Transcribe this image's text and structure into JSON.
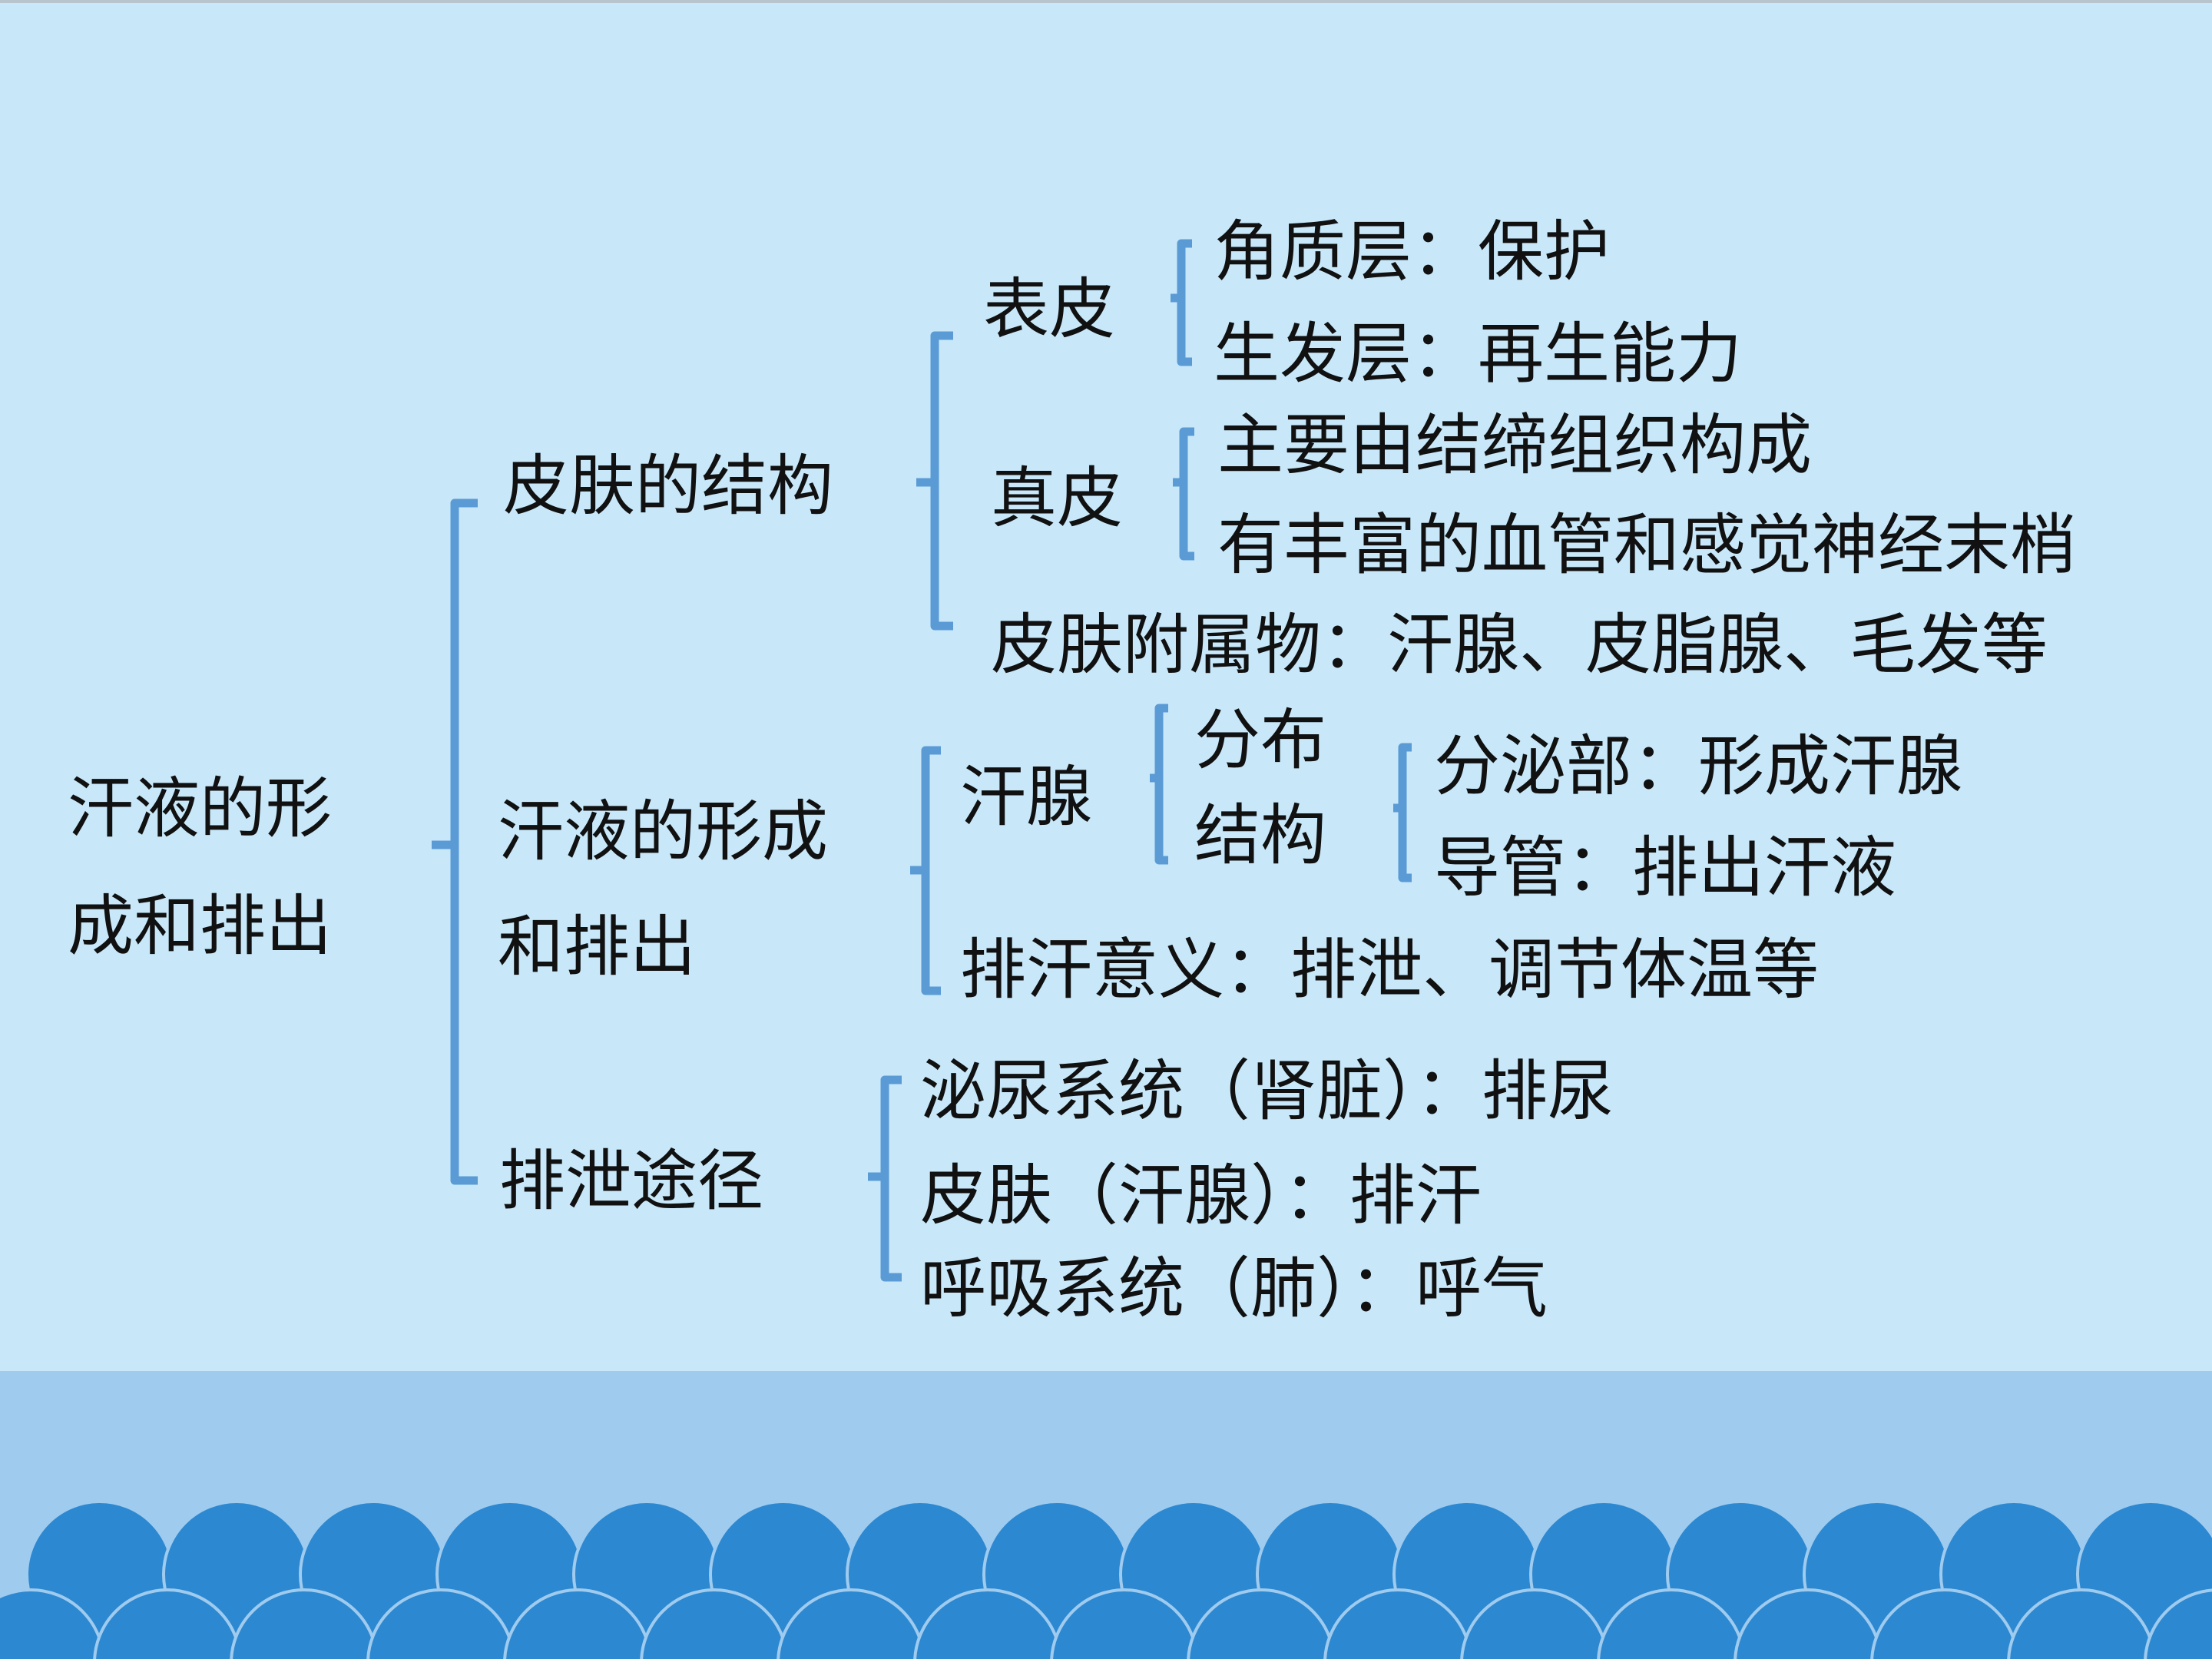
{
  "colors": {
    "background": "#c8e8fa",
    "band": "#9fcbef",
    "scallop": "#2c88d0",
    "bracket": "#5b9bd5",
    "text": "#111111"
  },
  "diagram": {
    "root": {
      "line1": "汗液的形",
      "line2": "成和排出"
    },
    "skin_structure": {
      "label": "皮肤的结构",
      "epidermis": {
        "label": "表皮",
        "items": [
          "角质层：保护",
          "生发层：再生能力"
        ]
      },
      "dermis": {
        "label": "真皮",
        "items": [
          "主要由结缔组织构成",
          "有丰富的血管和感觉神经末梢"
        ]
      },
      "appendages": "皮肤附属物：汗腺、皮脂腺、毛发等"
    },
    "sweat_formation": {
      "label_line1": "汗液的形成",
      "label_line2": "和排出",
      "gland": {
        "label": "汗腺",
        "sub_label_line1": "分布",
        "sub_label_line2": "结构",
        "parts": [
          "分泌部：形成汗腺",
          "导管：排出汗液"
        ]
      },
      "significance": "排汗意义：排泄、调节体温等"
    },
    "excretion_routes": {
      "label": "排泄途径",
      "items": [
        "泌尿系统（肾脏）：排尿",
        "皮肤（汗腺）：排汗",
        "呼吸系统（肺）：呼气"
      ]
    }
  }
}
